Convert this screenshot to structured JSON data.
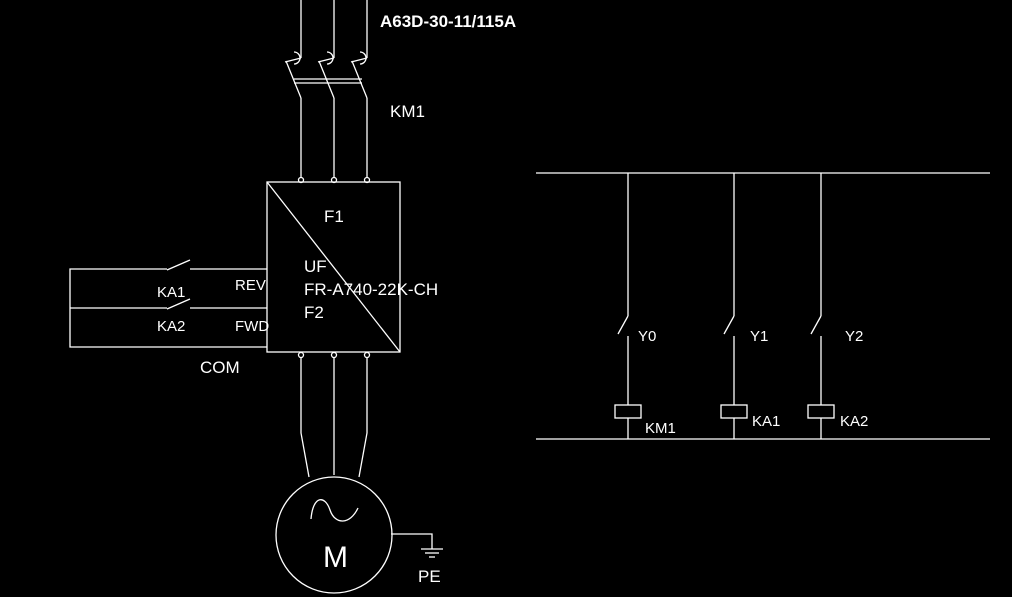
{
  "diagram": {
    "breaker_label": "A63D-30-11/115A",
    "contactor_label": "KM1",
    "inverter": {
      "top_label": "F1",
      "type_label": "UF",
      "model_label": "FR-A740-22K-CH",
      "bottom_label": "F2"
    },
    "inputs": {
      "ka1_label": "KA1",
      "ka2_label": "KA2",
      "rev_label": "REV",
      "fwd_label": "FWD",
      "com_label": "COM"
    },
    "motor_label": "M",
    "ground_label": "PE",
    "plc": {
      "outputs": [
        {
          "contact": "Y0",
          "coil": "KM1"
        },
        {
          "contact": "Y1",
          "coil": "KA1"
        },
        {
          "contact": "Y2",
          "coil": "KA2"
        }
      ]
    },
    "colors": {
      "background": "#000000",
      "line": "#ffffff"
    }
  }
}
